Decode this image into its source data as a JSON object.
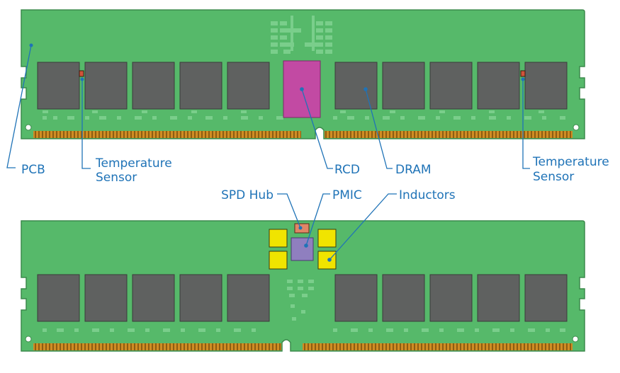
{
  "labels": {
    "pcb": "PCB",
    "temp_left_1": "Temperature",
    "temp_left_2": "Sensor",
    "rcd": "RCD",
    "dram": "DRAM",
    "temp_right_1": "Temperature",
    "temp_right_2": "Sensor",
    "spd_hub": "SPD Hub",
    "pmic": "PMIC",
    "inductors": "Inductors"
  },
  "colors": {
    "pcb": "#56b96a",
    "pcb_edge": "#3c8a4c",
    "dram": "#5f6160",
    "rcd": "#c24aa3",
    "pmic": "#8f7fbf",
    "inductor": "#f0e400",
    "spd_hub": "#e08666",
    "contacts": "#c9861f",
    "leader": "#1f73b7",
    "label": "#1f73b7"
  }
}
